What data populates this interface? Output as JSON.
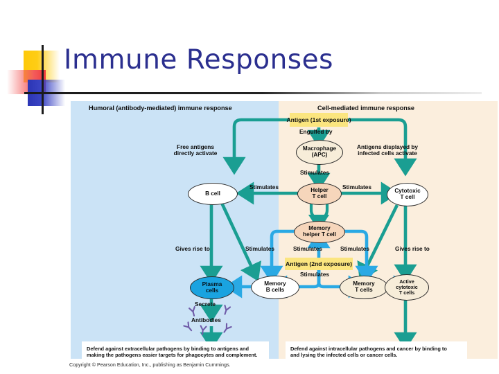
{
  "slide": {
    "title": "Immune Responses",
    "title_color": "#2b2f8f",
    "decoration": {
      "yellow": "#fec90a",
      "red": "#f03b3b",
      "blue": "#2b35b5",
      "rule": "#1a1a1a"
    }
  },
  "figure": {
    "panels": {
      "humoral_header": "Humoral (antibody-mediated) immune response",
      "cellmediated_header": "Cell-mediated immune response",
      "humoral_bg": "#cbe3f6",
      "cellmediated_bg": "#fbeedd"
    },
    "colors": {
      "primary_arrow": "#1a9e92",
      "secondary_arrow": "#2aa9e4",
      "antigen_box": "#fbe57f",
      "antibody": "#6f5ba8"
    },
    "tags": {
      "antigen_first": "Antigen (1st exposure)",
      "antigen_second": "Antigen (2nd exposure)"
    },
    "nodes": {
      "macrophage": "Macrophage\n(APC)",
      "macrophage_l1": "Macrophage",
      "macrophage_l2": "(APC)",
      "b_cell": "B cell",
      "helper_t_l1": "Helper",
      "helper_t_l2": "T cell",
      "cytotoxic_t_l1": "Cytotoxic",
      "cytotoxic_t_l2": "T cell",
      "memory_helper_l1": "Memory",
      "memory_helper_l2": "helper T cell",
      "plasma_l1": "Plasma",
      "plasma_l2": "cells",
      "memory_b_l1": "Memory",
      "memory_b_l2": "B cells",
      "memory_t_l1": "Memory",
      "memory_t_l2": "T cells",
      "active_cyto_l1": "Active",
      "active_cyto_l2": "cytotoxic",
      "active_cyto_l3": "T cells"
    },
    "labels": {
      "engulfed_by": "Engulfed by",
      "free_antigens_l1": "Free antigens",
      "free_antigens_l2": "directly activate",
      "antigens_displayed_l1": "Antigens displayed by",
      "antigens_displayed_l2": "infected cells activate",
      "stimulates_macro_helper": "Stimulates",
      "stimulates_helper_b": "Stimulates",
      "stimulates_helper_cyto": "Stimulates",
      "gives_rise_left": "Gives rise to",
      "stimulates_row_1": "Stimulates",
      "stimulates_row_2": "Stimulates",
      "stimulates_row_3": "Stimulates",
      "gives_rise_right": "Gives rise to",
      "stimulates_below_antigen": "Stimulates",
      "secrete": "Secrete",
      "antibodies": "Antibodies"
    },
    "outcomes": {
      "humoral_l1": "Defend against extracellular pathogens by binding to antigens and",
      "humoral_l2": "making the pathogens easier targets for phagocytes and complement.",
      "cellmediated_l1": "Defend against intracellular pathogens and cancer by binding to",
      "cellmediated_l2": "and lysing the infected cells or cancer cells."
    },
    "copyright": "Copyright © Pearson Education, Inc., publishing as Benjamin Cummings."
  }
}
